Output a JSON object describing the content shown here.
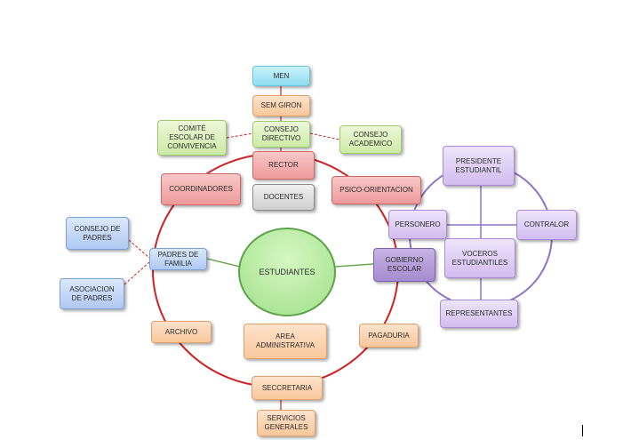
{
  "nodes": {
    "men": "MEN",
    "sem_giron": "SEM GIRON",
    "consejo_directivo": "CONSEJO\nDIRECTIVO",
    "comite_convivencia": "COMITÉ\nESCOLAR DE\nCONVIVENCIA",
    "consejo_academico": "CONSEJO\nACADEMICO",
    "rector": "RECTOR",
    "coordinadores": "COORDINADORES",
    "docentes": "DOCENTES",
    "psico_orientacion": "PSICO-ORIENTACION",
    "consejo_padres": "CONSEJO DE\nPADRES",
    "padres_familia": "PADRES DE\nFAMILIA",
    "asociacion_padres": "ASOCIACION\nDE PADRES",
    "estudiantes": "ESTUDIANTES",
    "gobierno_escolar": "GOBIERNO\nESCOLAR",
    "presidente_estudiantil": "PRESIDENTE\nESTUDIANTIL",
    "personero": "PERSONERO",
    "contralor": "CONTRALOR",
    "voceros_estudiantiles": "VOCEROS\nESTUDIANTILES",
    "representantes": "REPRESENTANTES",
    "archivo": "ARCHIVO",
    "area_administrativa": "AREA\nADMINISTRATIVA",
    "pagaduria": "PAGADURIA",
    "seccretaria": "SECCRETARIA",
    "servicios_generales": "SERVICIOS\nGENERALES"
  },
  "colors": {
    "main_ring": "#cc2222",
    "student_ring": "#8f72c4",
    "connector": "#cc2222",
    "green_link": "#6aa84f",
    "purple_link": "#8f72c4"
  }
}
